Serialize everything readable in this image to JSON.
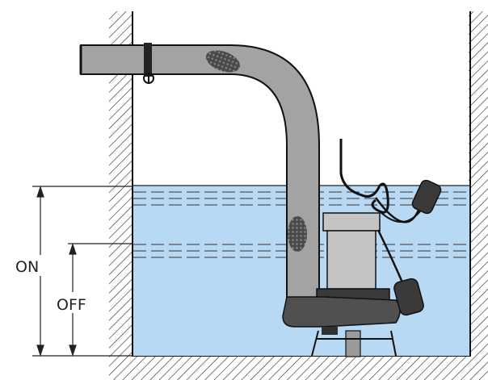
{
  "labels": {
    "on": "ON",
    "off": "OFF"
  },
  "colors": {
    "water": "#b8d9f4",
    "pipe": "#a3a3a3",
    "motor": "#c4c4c4",
    "pump_body": "#505050",
    "float_switch": "#3a3a3a",
    "outline": "#111111",
    "hatch": "#333333"
  },
  "icons": [
    "discharge-pipe",
    "submersible-pump",
    "float-switch",
    "pipe-clamp",
    "power-cable"
  ]
}
